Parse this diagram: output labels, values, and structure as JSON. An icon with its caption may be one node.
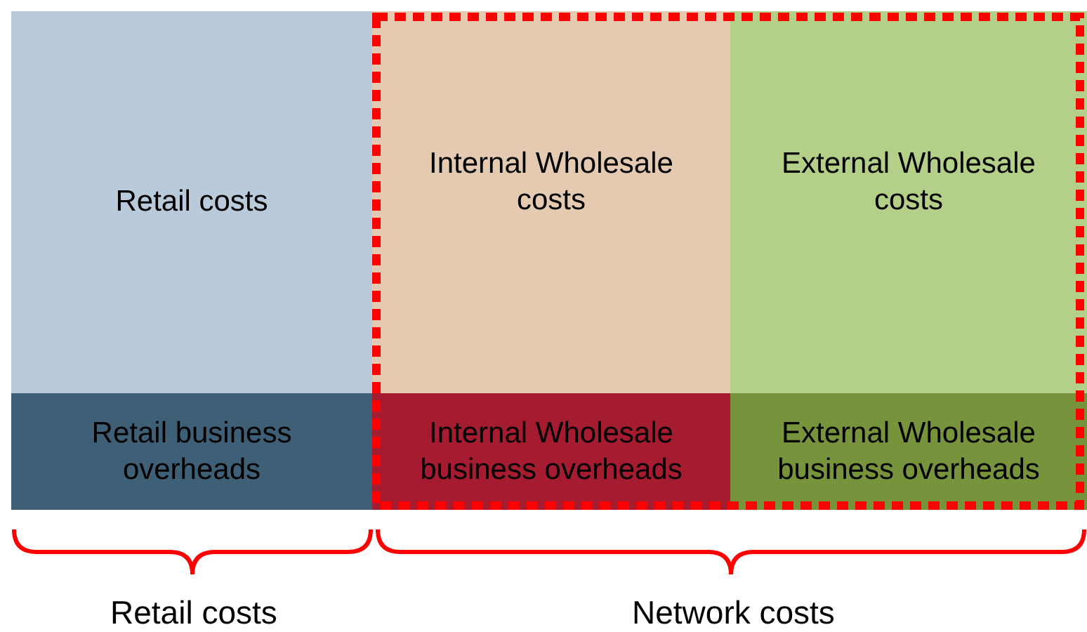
{
  "diagram": {
    "nodes": [
      {
        "text": [
          "Retail costs"
        ]
      },
      {
        "text": [],
        "shape": "box"
      },
      {
        "text": [
          "Internal Wholesale costs"
        ],
        "in": 1
      },
      {
        "text": [
          "External Wholesale costs"
        ],
        "in": 1
      },
      {
        "text": [
          "Retail business overheads"
        ]
      },
      {
        "text": [
          "Internal Wholesale business overheads"
        ],
        "in": 1
      },
      {
        "text": [
          "External Wholesale business overheads"
        ],
        "in": 1
      }
    ],
    "edges": [],
    "labels": [
      "Retail costs",
      "Network costs"
    ]
  }
}
